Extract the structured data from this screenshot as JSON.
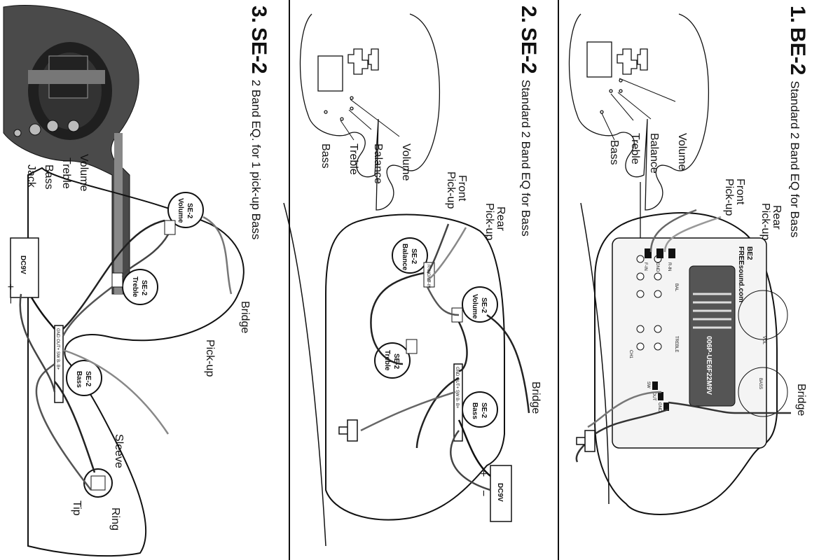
{
  "panel1": {
    "number": "1.",
    "model": "BE-2",
    "subtitle": "Standard 2 Band EQ for Bass",
    "knobs": {
      "volume": "Volume",
      "balance": "Balance",
      "treble": "Treble",
      "bass": "Bass"
    },
    "front_pickup": [
      "Front",
      "Pick-up"
    ],
    "rear_pickup": [
      "Rear",
      "Pick-up"
    ],
    "bridge": "Bridge",
    "board": {
      "name": "BE2",
      "site": "FREEsound.com",
      "battery": "006P-UE6F22M9V",
      "pads": [
        "R-IN",
        "GND",
        "F-IN",
        "BAL",
        "VOL",
        "TREBLE",
        "BASS",
        "CH1",
        "SW",
        "OUT",
        "GND"
      ]
    }
  },
  "panel2": {
    "number": "2.",
    "model": "SE-2",
    "subtitle": "Standard 2 Band EQ for Bass",
    "knobs": {
      "volume": "Volume",
      "balance": "Balance",
      "treble": "Treble",
      "bass": "Bass"
    },
    "front_pickup": [
      "Front",
      "Pick-up"
    ],
    "rear_pickup": [
      "Rear",
      "Pick-up"
    ],
    "bridge": "Bridge",
    "pots": {
      "balance": [
        "SE-2",
        "Balance"
      ],
      "volume": [
        "SE-2",
        "Volume"
      ],
      "treble": [
        "SE-2",
        "Treble"
      ],
      "bass": [
        "SE-2",
        "Bass"
      ]
    },
    "balance_pins": [
      "R-IN",
      "GND",
      "F-IN"
    ],
    "module_pins": "GND OUT+ SW B- B+",
    "battery": "DC9V",
    "plus": "+",
    "minus": "−"
  },
  "panel3": {
    "number": "3.",
    "model": "SE-2",
    "subtitle": "2 Band EQ. for 1 pick-up Bass",
    "photo_labels": {
      "volume": "Volume",
      "treble": "Treble",
      "bass": "Bass",
      "jack": "Jack"
    },
    "pots": {
      "volume": [
        "SE-2",
        "Volume"
      ],
      "treble": [
        "SE-2",
        "Treble"
      ],
      "bass": [
        "SE-2",
        "Bass"
      ]
    },
    "module_pins": "GND OUT+ SW B- B+",
    "bridge": "Bridge",
    "pickup": "Pick-up",
    "battery": "DC9V",
    "plus": "+",
    "minus": "−",
    "jack_labels": {
      "sleeve": "Sleeve",
      "tip": "Tip",
      "ring": "Ring"
    }
  }
}
